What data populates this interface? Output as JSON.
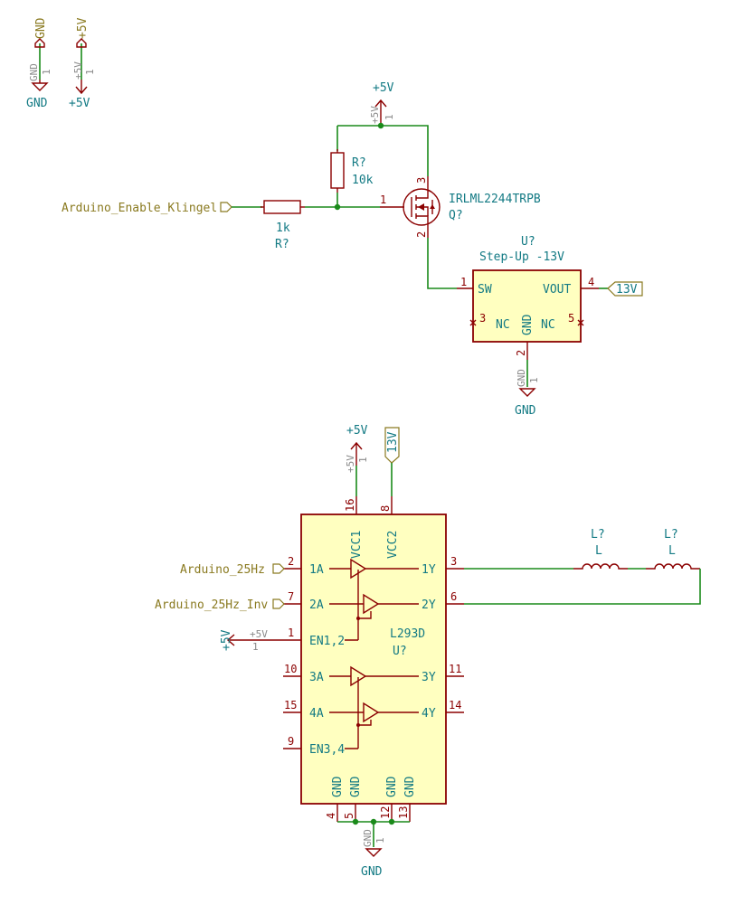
{
  "power_flags": {
    "gnd": {
      "ref": "GND",
      "value": "GND",
      "pin": "1",
      "net": "GND"
    },
    "p5v": {
      "ref": "+5V",
      "value": "+5V",
      "pin": "1",
      "net": "+5V"
    }
  },
  "resistor_pullup": {
    "ref": "R?",
    "value": "10k"
  },
  "resistor_gate": {
    "ref": "R?",
    "value": "1k"
  },
  "mosfet": {
    "ref": "Q?",
    "value": "IRLML2244TRPB",
    "pins": [
      "1",
      "2",
      "3"
    ]
  },
  "mosfet_supply": {
    "net": "+5V",
    "inner": "+5V",
    "pin": "1"
  },
  "input_label": "Arduino_Enable_Klingel",
  "stepup": {
    "ref": "U?",
    "value": "Step-Up -13V",
    "pins": {
      "sw": "SW",
      "vout": "VOUT",
      "nc": "NC",
      "gnd": "GND"
    },
    "pin_numbers": {
      "sw": "1",
      "vout": "4",
      "gnd": "2",
      "nc_left": "3",
      "nc_right": "5"
    },
    "out_label": "13V"
  },
  "stepup_gnd": {
    "net": "GND",
    "inner": "GND",
    "pin": "1"
  },
  "driver": {
    "ref": "U?",
    "value": "L293D",
    "pins": {
      "vcc1": "VCC1",
      "vcc2": "VCC2",
      "a1": "1A",
      "a2": "2A",
      "en12": "EN1,2",
      "a3": "3A",
      "a4": "4A",
      "en34": "EN3,4",
      "y1": "1Y",
      "y2": "2Y",
      "y3": "3Y",
      "y4": "4Y",
      "gnd": "GND"
    },
    "pin_numbers": {
      "vcc1": "16",
      "vcc2": "8",
      "a1": "2",
      "a2": "7",
      "en12": "1",
      "a3": "10",
      "a4": "15",
      "en34": "9",
      "y1": "3",
      "y2": "6",
      "y3": "11",
      "y4": "14",
      "gnd_a": "4",
      "gnd_b": "5",
      "gnd_c": "12",
      "gnd_d": "13"
    }
  },
  "driver_vcc": {
    "net": "+5V",
    "inner": "+5V",
    "pin": "1"
  },
  "driver_vs_label": "13V",
  "driver_en_pwr": {
    "net": "+5V",
    "inner": "+5V",
    "pin": "1"
  },
  "driver_gnd": {
    "net": "GND",
    "inner": "GND",
    "pin": "1"
  },
  "driver_inputs": [
    "Arduino_25Hz",
    "Arduino_25Hz_Inv"
  ],
  "inductors": [
    {
      "ref": "L?",
      "value": "L"
    },
    {
      "ref": "L?",
      "value": "L"
    }
  ],
  "colors": {
    "wire": "#1a8a1a",
    "component": "#8b0000",
    "body_fill": "#ffffc0",
    "power_text": "#137a84",
    "label_text": "#8a7a20"
  }
}
